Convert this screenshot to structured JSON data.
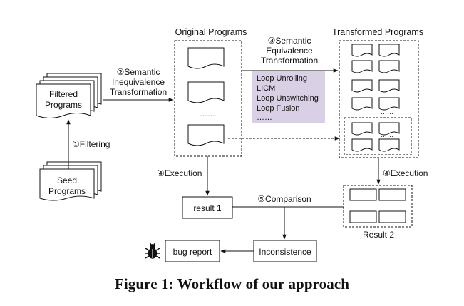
{
  "labels": {
    "original_programs": "Original Programs",
    "transformed_programs": "Transformed Programs",
    "filtered_programs": [
      "Filtered",
      "Programs"
    ],
    "seed_programs": [
      "Seed",
      "Programs"
    ],
    "filtering": "①Filtering",
    "semantic_inequivalence": [
      "②Semantic",
      "Inequivalence",
      "Transformation"
    ],
    "semantic_equivalence": [
      "③Semantic",
      "Equivalence",
      "Transformation"
    ],
    "execution_left": "④Execution",
    "execution_right": "④Execution",
    "comparison": "⑤Comparison",
    "result_1": "result 1",
    "result_2": "Result 2",
    "inconsistence": "Inconsistence",
    "bug_report": "bug report",
    "ellipsis": "……"
  },
  "transformations": {
    "items": [
      "Loop Unrolling",
      "LICM",
      "Loop Unswitching",
      "Loop Fusion",
      "……"
    ],
    "box_color": "#d9d0e5"
  },
  "bug_icon": "bug-icon",
  "caption": "Figure 1: Workflow of our approach"
}
